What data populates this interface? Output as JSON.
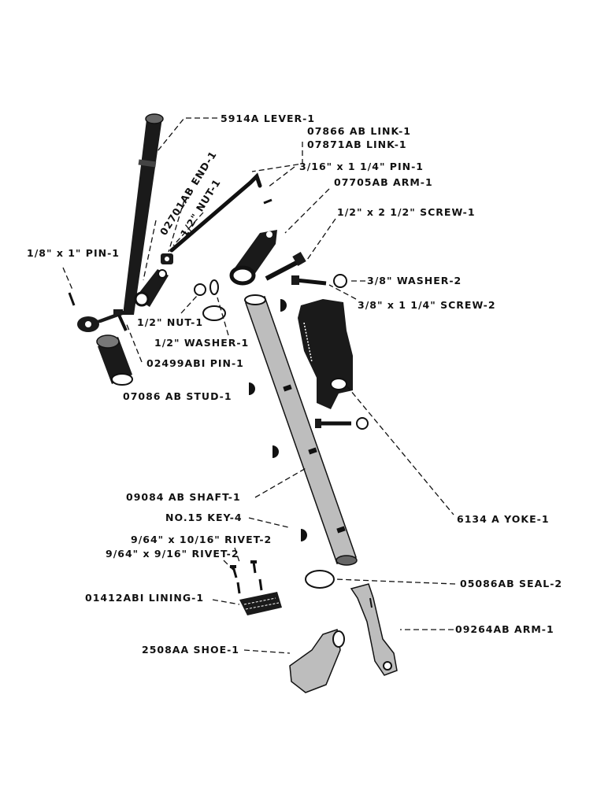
{
  "labels": {
    "lever": "5914A LEVER-1",
    "link1": "07866 AB LINK-1",
    "link2": "07871AB LINK-1",
    "pin_3_16": "3/16\" x 1 1/4\" PIN-1",
    "arm_07705": "07705AB ARM-1",
    "end": "02701AB END-1",
    "nut_half_top": "1/2\" NUT-1",
    "screw_half": "1/2\" x 2 1/2\" SCREW-1",
    "washer_3_8": "3/8\" WASHER-2",
    "screw_3_8": "3/8\" x 1 1/4\" SCREW-2",
    "pin_1_8": "1/8\" x 1\" PIN-1",
    "nut_half": "1/2\" NUT-1",
    "washer_half": "1/2\" WASHER-1",
    "pin_02499": "02499ABI PIN-1",
    "stud": "07086 AB STUD-1",
    "shaft": "09084 AB SHAFT-1",
    "key": "NO.15 KEY-4",
    "yoke": "6134 A YOKE-1",
    "rivet_10_16": "9/64\" x 10/16\" RIVET-2",
    "rivet_9_16": "9/64\" x 9/16\" RIVET-2",
    "lining": "01412ABI LINING-1",
    "seal": "05086AB SEAL-2",
    "arm_09264": "09264AB ARM-1",
    "shoe": "2508AA SHOE-1"
  }
}
